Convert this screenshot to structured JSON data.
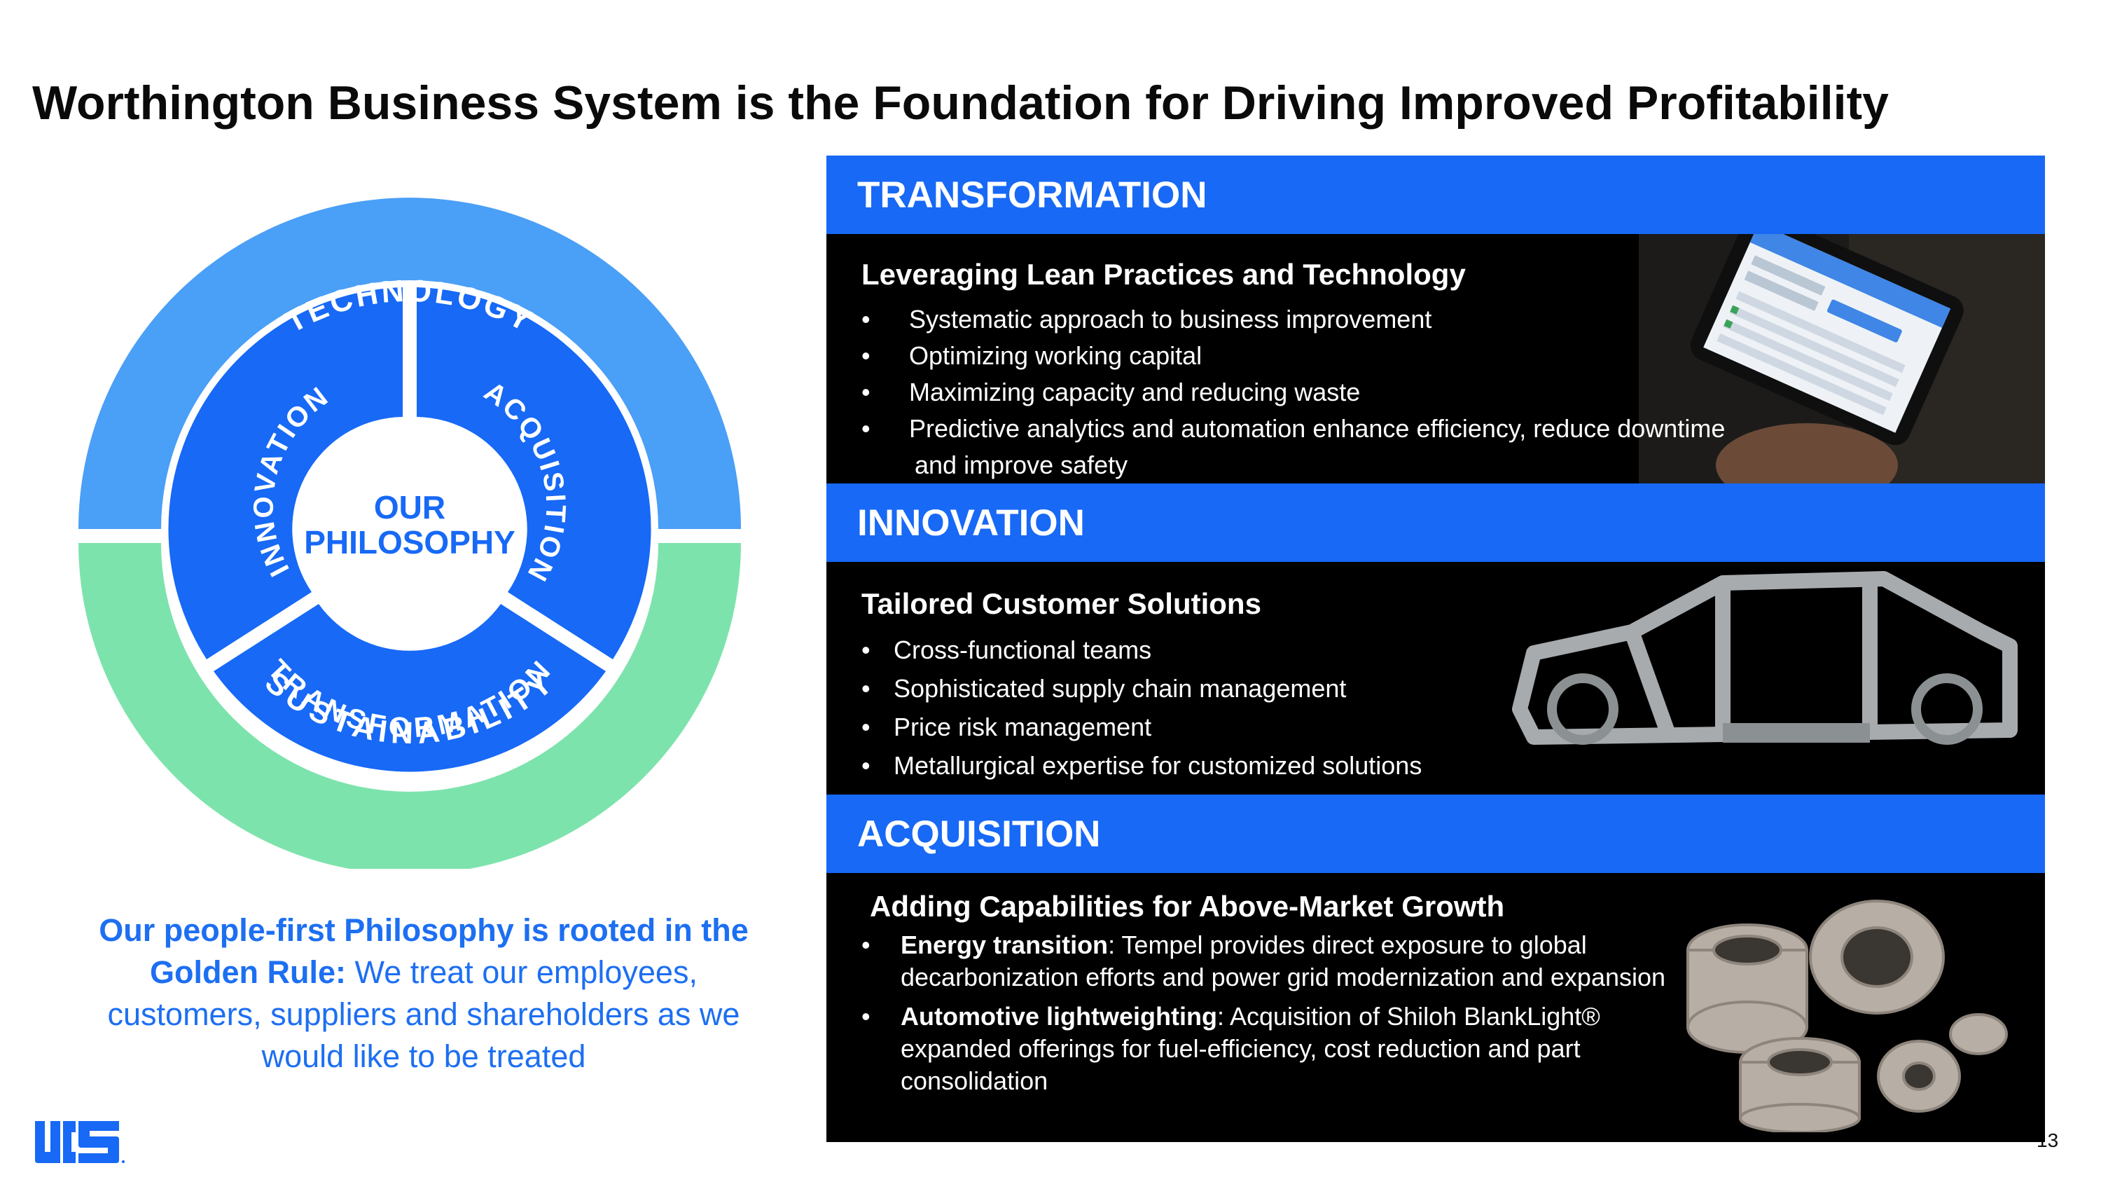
{
  "slide": {
    "title": "Worthington Business System is the Foundation for Driving Improved Profitability",
    "page_number": "13"
  },
  "wheel": {
    "outer_top": "TECHNOLOGY",
    "outer_bottom": "SUSTAINABILITY",
    "inner_left": "INNOVATION",
    "inner_right": "ACQUISITION",
    "inner_bottom": "TRANSFORMATION",
    "center_line1": "OUR",
    "center_line2": "PHILOSOPHY",
    "colors": {
      "outer_top": "#4a9ff7",
      "outer_bottom": "#7de3ac",
      "inner": "#1769f6",
      "center_text": "#1769f6"
    }
  },
  "philosophy": {
    "bold": "Our people-first Philosophy is rooted in the Golden Rule:",
    "rest": " We treat our employees, customers, suppliers and shareholders as we would like to be treated"
  },
  "panels": {
    "transformation": {
      "header": "TRANSFORMATION",
      "subhead": "Leveraging Lean Practices and Technology",
      "bullets": [
        "Systematic approach to business improvement",
        "Optimizing working capital",
        "Maximizing capacity and reducing waste",
        "Predictive analytics and automation enhance efficiency, reduce downtime"
      ],
      "continuation": "and improve safety",
      "photo_icon": "tablet-app-photo"
    },
    "innovation": {
      "header": "INNOVATION",
      "subhead": "Tailored Customer Solutions",
      "bullets": [
        "Cross-functional teams",
        "Sophisticated supply chain management",
        "Price risk management",
        "Metallurgical expertise for customized solutions"
      ],
      "photo_icon": "car-body-frame-photo"
    },
    "acquisition": {
      "header": "ACQUISITION",
      "subhead": "Adding Capabilities for Above-Market Growth",
      "bullets": [
        {
          "bold": "Energy transition",
          "text": ": Tempel provides direct exposure to global decarbonization efforts and power grid modernization and expansion"
        },
        {
          "bold": "Automotive lightweighting",
          "text": ": Acquisition of Shiloh BlankLight® expanded offerings for fuel-efficiency, cost reduction and part consolidation"
        }
      ],
      "photo_icon": "motor-laminations-photo"
    }
  },
  "brand": {
    "accent": "#1769f6",
    "logo_icon": "worthington-logo-icon"
  }
}
